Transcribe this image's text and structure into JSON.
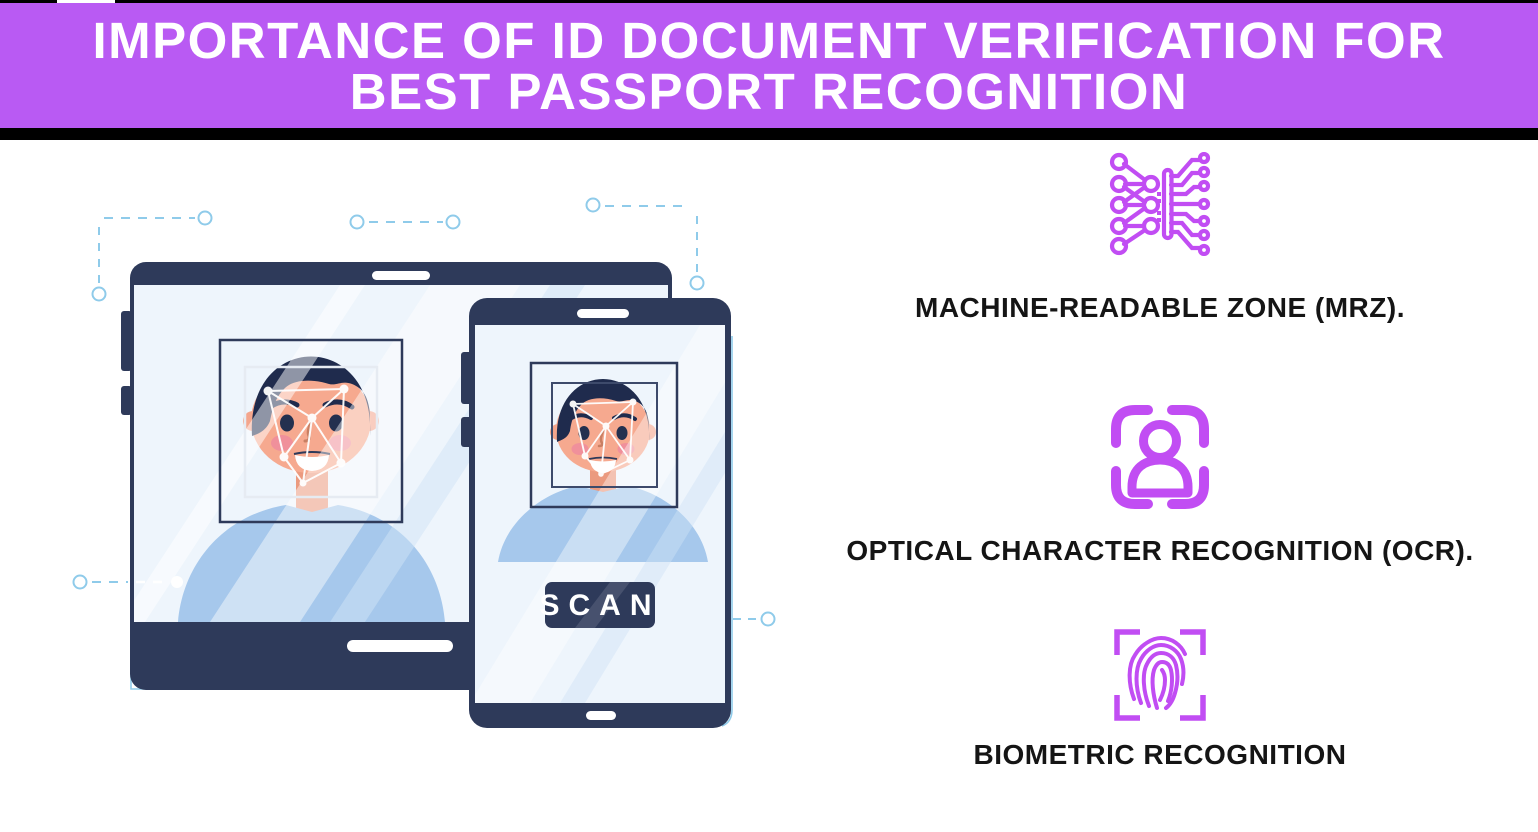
{
  "banner": {
    "line1": "IMPORTANCE OF ID DOCUMENT VERIFICATION FOR",
    "line2": "BEST PASSPORT RECOGNITION"
  },
  "features": [
    {
      "icon": "circuit-network-icon",
      "label": "MACHINE-READABLE ZONE (MRZ)."
    },
    {
      "icon": "person-scan-icon",
      "label": "OPTICAL CHARACTER RECOGNITION (OCR)."
    },
    {
      "icon": "fingerprint-icon",
      "label": "BIOMETRIC RECOGNITION"
    }
  ],
  "illustration": {
    "description": "tablet and phone scanning a man's face",
    "scan_label": "SCAN"
  },
  "colors": {
    "banner_purple": "#b95af3",
    "icon_purple": "#c14df3",
    "divider_black": "#000000",
    "device_navy": "#2e3a5a",
    "hair_navy": "#1f2b4d",
    "skin": "#f6a98f",
    "cheek_pink": "#f08d9c",
    "shirt_blue": "#a6c8ec",
    "screen_blue": "#eef5fc",
    "selection_cyan": "#8fcbea",
    "label_black": "#151515"
  }
}
